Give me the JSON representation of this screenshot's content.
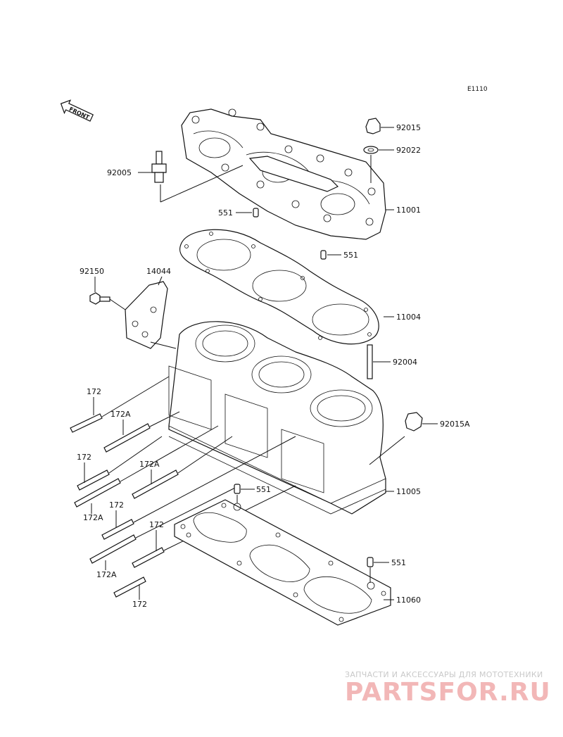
{
  "diagram_code": "E1110",
  "front_label": "FRONT",
  "watermark": {
    "tagline": "ЗАПЧАСТИ И АКСЕССУАРЫ ДЛЯ МОТОТЕХНИКИ",
    "brand": "PARTSFOR.RU"
  },
  "labels": {
    "p92015": "92015",
    "p92022": "92022",
    "p92005": "92005",
    "p11001": "11001",
    "p551_a": "551",
    "p551_b": "551",
    "p92150": "92150",
    "p14044": "14044",
    "p11004": "11004",
    "p92004": "92004",
    "p172_a": "172",
    "p172A_a": "172A",
    "p92015A": "92015A",
    "p172_b": "172",
    "p172A_b": "172A",
    "p172A_c": "172A",
    "p172_c": "172",
    "p551_c": "551",
    "p11005": "11005",
    "p172_d": "172",
    "p172A_d": "172A",
    "p551_d": "551",
    "p11060": "11060",
    "p172_e": "172"
  }
}
